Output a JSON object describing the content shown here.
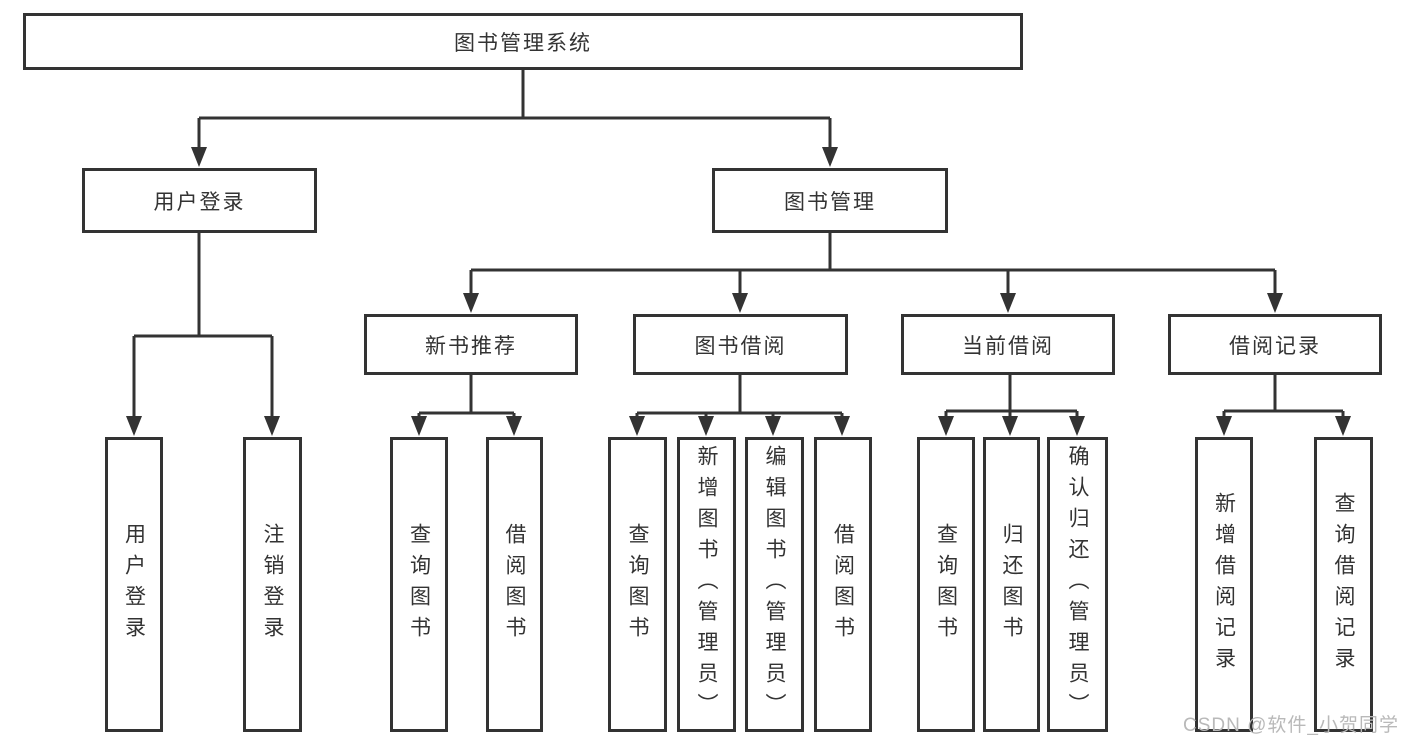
{
  "diagram_type": "functional-structure-tree",
  "colors": {
    "line": "#333333",
    "box_border": "#333333",
    "text": "#333333",
    "background": "#ffffff",
    "watermark": "#b9b9b9"
  },
  "tree": {
    "root": {
      "label": "图书管理系统",
      "children": [
        {
          "label": "用户登录",
          "children": [
            {
              "label": "用户登录"
            },
            {
              "label": "注销登录"
            }
          ]
        },
        {
          "label": "图书管理",
          "children": [
            {
              "label": "新书推荐",
              "children": [
                {
                  "label": "查询图书"
                },
                {
                  "label": "借阅图书"
                }
              ]
            },
            {
              "label": "图书借阅",
              "children": [
                {
                  "label": "查询图书"
                },
                {
                  "label": "新增图书（管理员）"
                },
                {
                  "label": "编辑图书（管理员）"
                },
                {
                  "label": "借阅图书"
                }
              ]
            },
            {
              "label": "当前借阅",
              "children": [
                {
                  "label": "查询图书"
                },
                {
                  "label": "归还图书"
                },
                {
                  "label": "确认归还（管理员）"
                }
              ]
            },
            {
              "label": "借阅记录",
              "children": [
                {
                  "label": "新增借阅记录"
                },
                {
                  "label": "查询借阅记录"
                }
              ]
            }
          ]
        }
      ]
    }
  },
  "watermark": {
    "text": "CSDN @软件_小贺同学"
  }
}
